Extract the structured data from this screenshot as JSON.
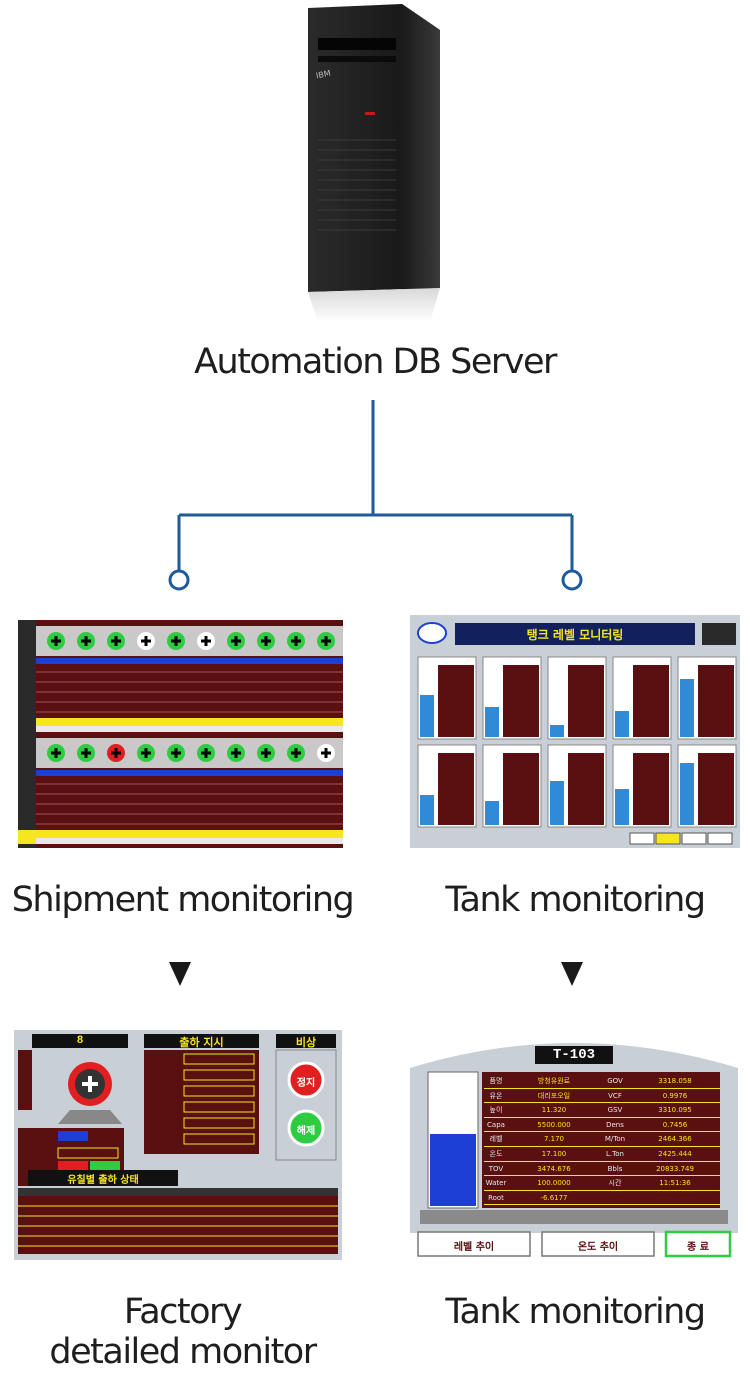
{
  "server": {
    "label": "Automation DB Server",
    "brand": "IBM"
  },
  "colors": {
    "connector": "#1f5a9c",
    "maroon": "#5a1010",
    "panel_bg": "#c9cfd6",
    "accent_yellow": "#f5e61d",
    "tank_blue": "#2f8bd8"
  },
  "nodes": {
    "shipment": {
      "label": "Shipment monitoring"
    },
    "tank_top": {
      "label": "Tank monitoring"
    },
    "factory": {
      "line1": "Factory",
      "line2": "detailed monitor"
    },
    "tank_bottom": {
      "label": "Tank monitoring"
    }
  },
  "screens": {
    "factory": {
      "panel_titles": [
        "8",
        "출하 지시",
        "비상"
      ],
      "button_stop": "정지",
      "button_release": "해제",
      "table_title": "유칠별 출하 상태"
    },
    "tank_list": {
      "title": "탱크 레벨 모니터링"
    },
    "tank_detail": {
      "tank_id": "T-103",
      "rows_left": [
        {
          "label": "품명",
          "value": "방청유원료"
        },
        {
          "label": "유온",
          "value": "대리포오일"
        },
        {
          "label": "높이",
          "value": "11.320"
        },
        {
          "label": "Capa",
          "value": "5500.000"
        },
        {
          "label": "레벨",
          "value": "7.170"
        },
        {
          "label": "온도",
          "value": "17.100"
        },
        {
          "label": "TOV",
          "value": "3474.676"
        },
        {
          "label": "Water",
          "value": "100.0000"
        },
        {
          "label": "Root",
          "value": "-6.6177"
        }
      ],
      "rows_right": [
        {
          "label": "GOV",
          "value": "3318.058"
        },
        {
          "label": "VCF",
          "value": "0.9976"
        },
        {
          "label": "GSV",
          "value": "3310.095"
        },
        {
          "label": "Dens",
          "value": "0.7456"
        },
        {
          "label": "M/Ton",
          "value": "2464.366"
        },
        {
          "label": "L.Ton",
          "value": "2425.444"
        },
        {
          "label": "Bbls",
          "value": "20833.749"
        },
        {
          "label": "시간",
          "value": "11:51:36"
        },
        {
          "label": "",
          "value": ""
        }
      ],
      "buttons": [
        "레벨 추이",
        "온도 추이",
        "종 료"
      ]
    }
  }
}
